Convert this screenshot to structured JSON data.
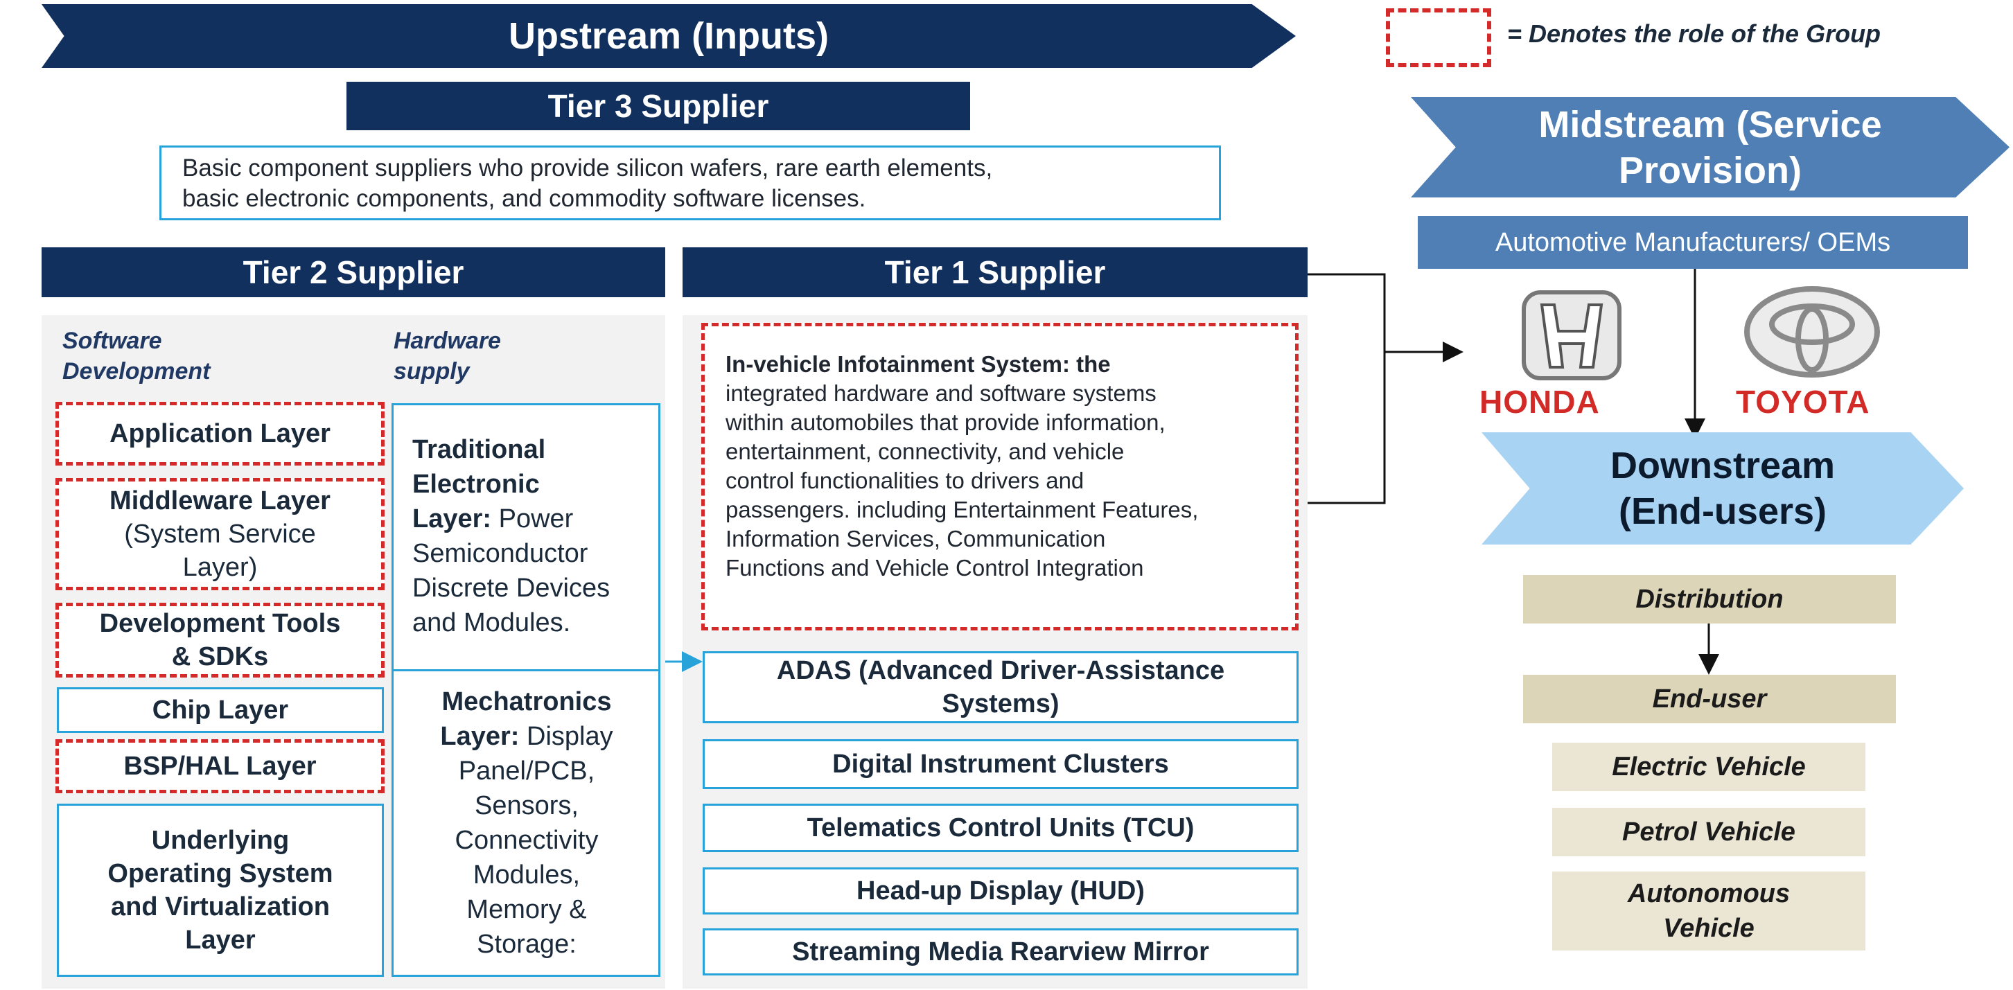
{
  "upstream": {
    "title": "Upstream (Inputs)"
  },
  "legend": {
    "text": "= Denotes the role of the Group",
    "dash_color": "#d42a2a"
  },
  "tier3": {
    "title": "Tier 3 Supplier",
    "line1": "Basic component suppliers who provide silicon wafers, rare earth elements,",
    "line2": "basic electronic components, and commodity software licenses."
  },
  "tier2": {
    "title": "Tier 2 Supplier",
    "software_heading": [
      "Software",
      "Development"
    ],
    "hardware_heading": [
      "Hardware",
      "supply"
    ],
    "application_layer": "Application Layer",
    "middleware_layer": [
      "Middleware Layer",
      "(System Service",
      "Layer)"
    ],
    "dev_tools": [
      "Development Tools",
      "& SDKs"
    ],
    "chip_layer": "Chip Layer",
    "bsp_hal": "BSP/HAL Layer",
    "underlying_os": [
      "Underlying",
      "Operating System",
      "and Virtualization",
      "Layer"
    ],
    "traditional": {
      "title_lines": [
        "Traditional",
        "Electronic",
        "Layer:"
      ],
      "desc_lines": [
        " Power",
        "Semiconductor",
        "Discrete Devices",
        "and Modules."
      ]
    },
    "mechatronics": {
      "title_lines": [
        "Mechatronics",
        "Layer:"
      ],
      "desc_lines": [
        " Display",
        "Panel/PCB,",
        "Sensors,",
        "Connectivity",
        "Modules,",
        "Memory &",
        "Storage:"
      ]
    }
  },
  "tier1": {
    "title": "Tier 1 Supplier",
    "infotainment_title": "In-vehicle Infotainment System:",
    "infotainment_title_tail": " the",
    "infotainment_lines": [
      "integrated hardware and software systems",
      "within automobiles that provide information,",
      "entertainment, connectivity, and vehicle",
      "control functionalities to drivers and",
      "passengers. including Entertainment Features,",
      "Information Services, Communication"
    ],
    "infotainment_last": "Functions and Vehicle Control Integration",
    "adas": [
      "ADAS (Advanced Driver-Assistance",
      "Systems)"
    ],
    "digital_clusters": "Digital Instrument Clusters",
    "tcu": "Telematics Control Units (TCU)",
    "hud": "Head-up Display (HUD)",
    "mirror": "Streaming Media Rearview Mirror"
  },
  "midstream": {
    "title_lines": [
      "Midstream (Service",
      "Provision)"
    ],
    "oem_label": "Automotive Manufacturers/ OEMs",
    "brands": {
      "honda": "HONDA",
      "toyota": "TOYOTA"
    }
  },
  "downstream": {
    "title_lines": [
      "Downstream",
      "(End-users)"
    ],
    "distribution": "Distribution",
    "end_user": "End-user",
    "electric": "Electric Vehicle",
    "petrol": "Petrol Vehicle",
    "autonomous": [
      "Autonomous",
      "Vehicle"
    ]
  },
  "colors": {
    "navy": "#12305e",
    "cyan_border": "#28a3d9",
    "red_dash": "#d42a2a",
    "mid_blue": "#4f7fb5",
    "light_blue": "#a9d3f2",
    "tan": "#ddd5b8"
  }
}
